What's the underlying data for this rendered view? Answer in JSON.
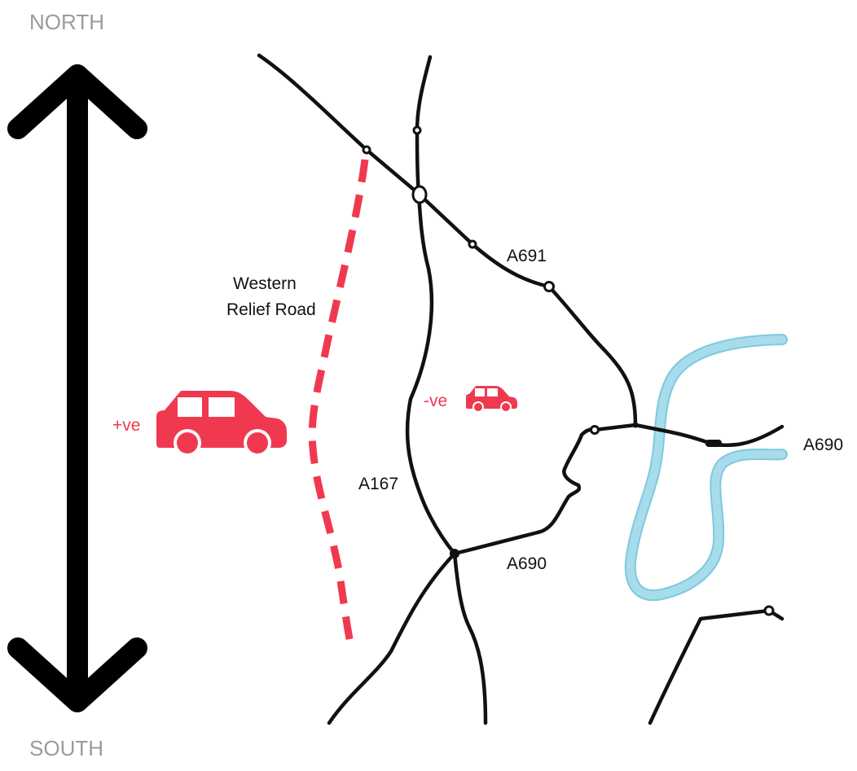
{
  "compass": {
    "north": "NORTH",
    "south": "SOUTH",
    "arrow_icon": "double-headed-vertical-arrow"
  },
  "roads": {
    "a691": "A691",
    "a167": "A167",
    "a690_east": "A690",
    "a690_junction": "A690"
  },
  "relief_road": {
    "line1": "Western",
    "line2": "Relief Road",
    "style": "dashed"
  },
  "impacts": {
    "positive": "+ve",
    "negative": "-ve",
    "positive_icon": "car-icon",
    "negative_icon": "car-icon"
  },
  "colors": {
    "relief_road": "#f0394f",
    "car": "#f0394f",
    "river": "#a7dcec",
    "road": "#111111",
    "compass_text": "#9b9b9b"
  }
}
